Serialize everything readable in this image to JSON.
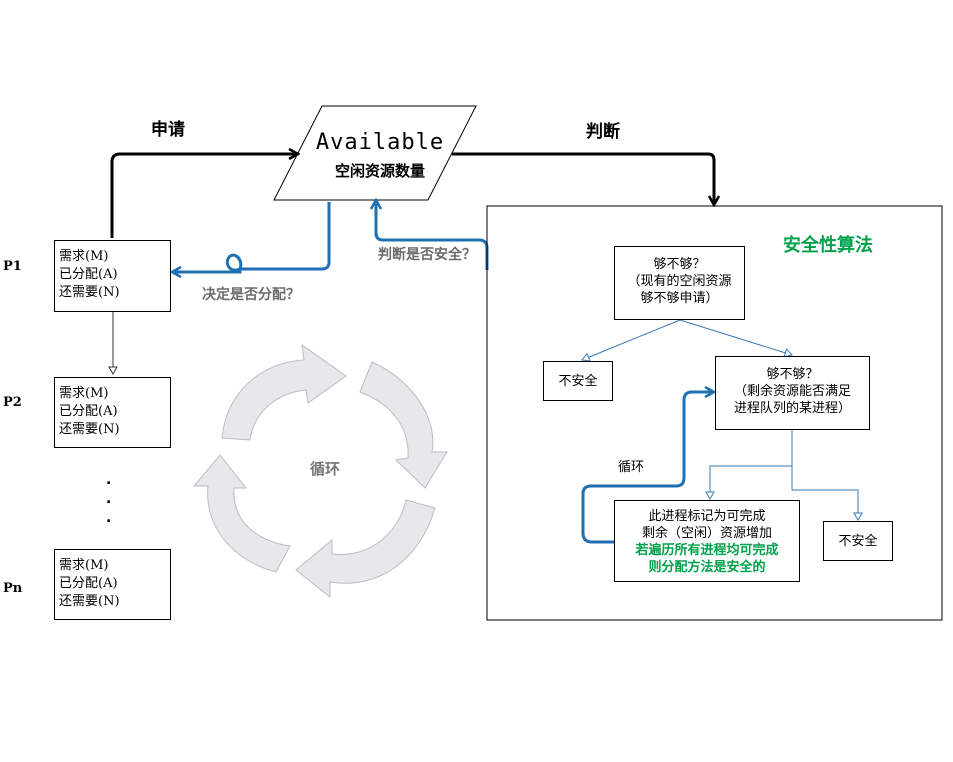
{
  "available": {
    "title": "Available",
    "subtitle": "空闲资源数量"
  },
  "labels": {
    "apply": "申请",
    "judge": "判断",
    "decide_allocate": "决定是否分配？",
    "judge_safe": "判断是否安全？",
    "cycle_center": "循环"
  },
  "processes": [
    {
      "label": "P1",
      "lines": [
        "需求(M)",
        "已分配(A)",
        "还需要(N)"
      ]
    },
    {
      "label": "P2",
      "lines": [
        "需求(M)",
        "已分配(A)",
        "还需要(N)"
      ]
    },
    {
      "label": "Pn",
      "lines": [
        "需求(M)",
        "已分配(A)",
        "还需要(N)"
      ]
    }
  ],
  "ellipsis": [
    ".",
    ".",
    "."
  ],
  "safety": {
    "title": "安全性算法",
    "q1": [
      "够不够？",
      "（现有的空闲资源",
      "够不够申请）"
    ],
    "unsafe1": "不安全",
    "q2": [
      "够不够？",
      "（剩余资源能否满足",
      "进程队列的某进程）"
    ],
    "loop_label": "循环",
    "mark": [
      "此进程标记为可完成",
      "剩余（空闲）资源增加"
    ],
    "mark_green": [
      "若遍历所有进程均可完成",
      "则分配方法是安全的"
    ],
    "unsafe2": "不安全"
  },
  "colors": {
    "blue": "#1f6fb4",
    "green": "#00a14b",
    "gray_arrow": "#e6e8ec",
    "flow_line": "#3a7ab5"
  }
}
